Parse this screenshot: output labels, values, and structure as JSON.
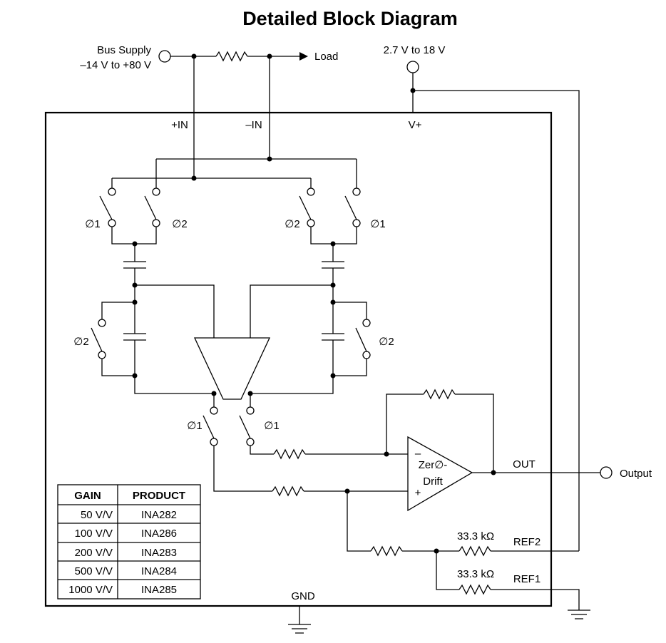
{
  "title": "Detailed Block Diagram",
  "labels": {
    "bus_supply_line1": "Bus Supply",
    "bus_supply_line2": "–14 V to +80 V",
    "load": "Load",
    "supply_range": "2.7 V to 18 V",
    "pin_in_plus": "+IN",
    "pin_in_minus": "–IN",
    "pin_vplus": "V+",
    "phi1": "∅1",
    "phi2": "∅2",
    "opamp_line1": "Zer∅-",
    "opamp_line2": "Drift",
    "opamp_minus": "–",
    "opamp_plus": "+",
    "out": "OUT",
    "output": "Output",
    "res_ref2": "33.3 kΩ",
    "res_ref1": "33.3 kΩ",
    "ref2": "REF2",
    "ref1": "REF1",
    "gnd": "GND"
  },
  "gain_table": {
    "headers": [
      "GAIN",
      "PRODUCT"
    ],
    "rows": [
      [
        "50 V/V",
        "INA282"
      ],
      [
        "100 V/V",
        "INA286"
      ],
      [
        "200 V/V",
        "INA283"
      ],
      [
        "500 V/V",
        "INA284"
      ],
      [
        "1000 V/V",
        "INA285"
      ]
    ]
  }
}
